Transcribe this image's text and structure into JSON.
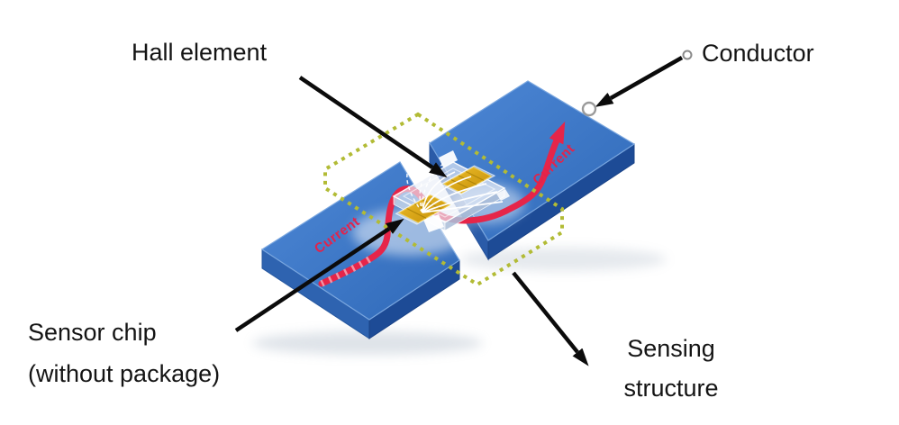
{
  "labels": {
    "hall_element": "Hall element",
    "conductor": "Conductor",
    "sensor_chip_line1": "Sensor chip",
    "sensor_chip_line2": "(without package)",
    "sensing_line1": "Sensing",
    "sensing_line2": "structure"
  },
  "current_labels": {
    "left": "Current",
    "right": "Current"
  },
  "colors": {
    "conductor_top": "#3a74c6",
    "conductor_side_light": "#2e63b0",
    "conductor_side_dark": "#1d4b96",
    "current_red": "#e62549",
    "sensing_outline_olive": "#b2bb35",
    "hall_pad_gold": "#dca414",
    "chip_translucent": "#e9eff8",
    "annotation_black": "#0b0b0b",
    "label_text": "#141414",
    "background": "#ffffff"
  }
}
